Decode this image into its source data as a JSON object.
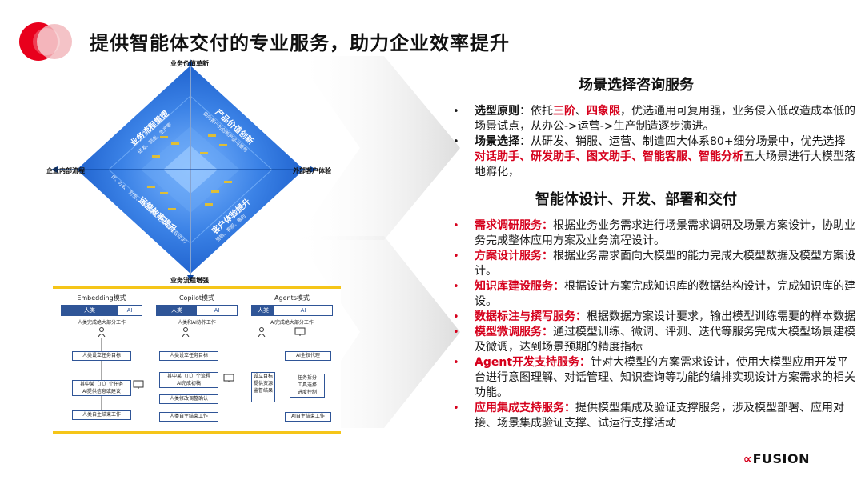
{
  "header": {
    "title": "提供智能体交付的专业服务，助力企业效率提升"
  },
  "colors": {
    "accent_red": "#d6001c",
    "diamond_blue": "#1f6fd6",
    "mode_yellow": "#f5c518"
  },
  "diamond": {
    "top": "业务价值革新",
    "bottom": "业务流程增强",
    "left": "企业内部流程",
    "right": "外部客户体验",
    "q_top_left": "业务流程重塑",
    "q_top_left_sub": "研发、制造、生产等",
    "q_top_right": "产品价值创新",
    "q_top_right_sub": "面向客户的创新产品与服务",
    "q_bottom_left": "运营效率提升",
    "q_bottom_left_sub": "IT、办公、财务、HR（辅助人员、流程自动化）",
    "q_bottom_right": "客户体验提升",
    "q_bottom_right_sub": "营销、客服、售后"
  },
  "modes": [
    {
      "title": "Embedding模式",
      "human": "人类",
      "ai": "AI",
      "desc": "人类完成绝大部分工作",
      "steps": [
        "人类设立任务目标",
        "其中某（几）个任务\nAI提供信息或建议",
        "人类自主结束工作"
      ]
    },
    {
      "title": "Copilot模式",
      "human": "人类",
      "ai": "AI",
      "desc": "人类和AI协作工作",
      "steps": [
        "人类设立任务目标",
        "其中某（几）个流程\nAI完成初稿",
        "人类修改调整确认",
        "人类自主结束工作"
      ]
    },
    {
      "title": "Agents模式",
      "human": "人类",
      "ai": "AI",
      "desc": "AI完成绝大部分工作",
      "steps": [
        "AI全权代理",
        "设立目标\n提供资源\n监督结果",
        "任务拆分\n工具选择\n进度控制",
        "AI自主结束工作"
      ]
    }
  ],
  "right": {
    "section1_title": "场景选择咨询服务",
    "s1_items": [
      {
        "key": "选型原则",
        "pre": "：依托",
        "h1": "三阶",
        "mid": "、",
        "h2": "四象限",
        "rest": "，优选通用可复用强，业务侵入低改造成本低的场景试点，从办公->运营->生产制造逐步演进。"
      },
      {
        "key": "场景选择",
        "pre": "：从研发、销服、运营、制造四大体系80+细分场景中，优先选择",
        "hl": "对话助手、研发助手、图文助手、智能客服、智能分析",
        "rest": "五大场景进行大模型落地孵化，"
      }
    ],
    "section2_title": "智能体设计、开发、部署和交付",
    "s2_items": [
      {
        "key": "需求调研服务：",
        "text": "根据业务业务需求进行场景需求调研及场景方案设计，协助业务完成整体应用方案及业务流程设计。"
      },
      {
        "key": "方案设计服务：",
        "text": "根据业务需求面向大模型的能力完成大模型数据及模型方案设计。"
      },
      {
        "key": "知识库建设服务：",
        "text": "根据设计方案完成知识库的数据结构设计，完成知识库的建设。"
      },
      {
        "key": "数据标注与撰写服务：",
        "text": "根据数据方案设计要求，输出模型训练需要的样本数据"
      },
      {
        "key": "模型微调服务：",
        "text": "通过模型训练、微调、评测、迭代等服务完成大模型场景建模及微调，达到场景预期的精度指标"
      },
      {
        "key": "Agent开发支持服务：",
        "text": "针对大模型的方案需求设计，使用大模型应用开发平台进行意图理解、对话管理、知识查询等功能的编排实现设计方案需求的相关功能。"
      },
      {
        "key": "应用集成支持服务：",
        "text": "提供模型集成及验证支撑服务，涉及模型部署、应用对接、场景集成验证支撑、试运行支撑活动"
      }
    ],
    "bullet": "•"
  },
  "brand": {
    "mark": "∝",
    "name": "FUSION"
  }
}
